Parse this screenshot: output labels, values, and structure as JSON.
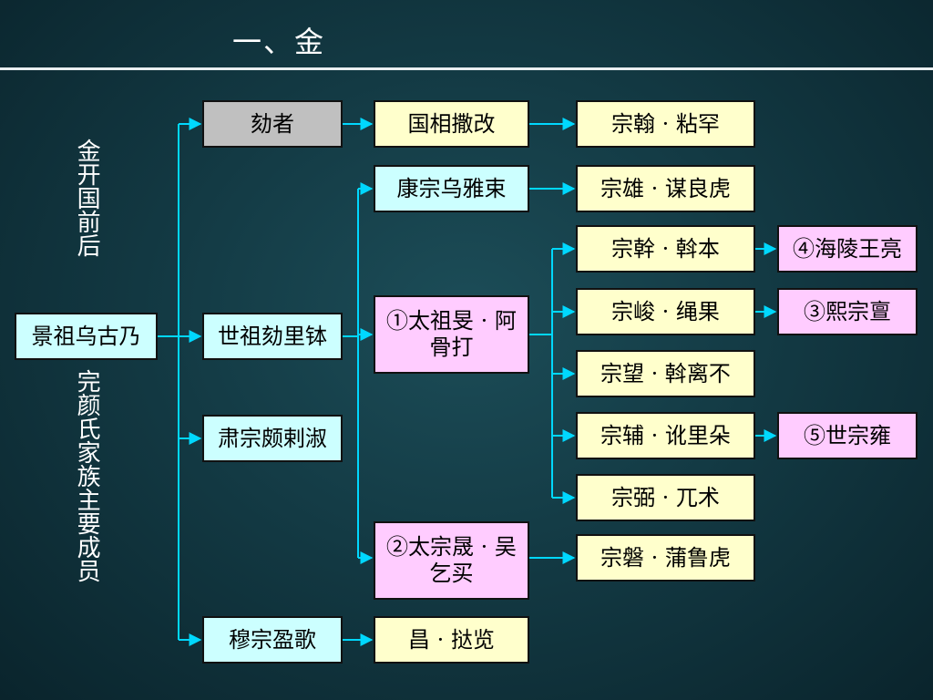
{
  "title": "一、金",
  "side_labels": {
    "top": "金开国前后",
    "bottom": "完颜氏家族主要成员"
  },
  "colors": {
    "yellow": "#ffffcc",
    "cyan": "#ccffff",
    "pink": "#ffccff",
    "gray": "#c0c0c0",
    "connector": "#00d8ff"
  },
  "nodes": {
    "jingzu": "景祖乌古乃",
    "hezhe": "劾者",
    "shizu": "世祖劾里钵",
    "suzong": "肃宗颇剌淑",
    "muzong": "穆宗盈歌",
    "guoxiang": "国相撒改",
    "kangzong": "康宗乌雅束",
    "taizu": "①太祖旻 · 阿骨打",
    "taizong": "②太宗晟 · 吴乞买",
    "chang": "昌 · 挞览",
    "zonghan": "宗翰 · 粘罕",
    "zongxiong": "宗雄 · 谋良虎",
    "zonggan": "宗幹 · 斡本",
    "zongjun": "宗峻 · 绳果",
    "zongwang": "宗望 · 斡离不",
    "zongfu": "宗辅 · 讹里朵",
    "zongbi": "宗弼 · 兀术",
    "zongpan": "宗磐 · 蒲鲁虎",
    "hailing": "④海陵王亮",
    "xizong": "③熙宗亶",
    "shizong": "⑤世宗雍"
  }
}
